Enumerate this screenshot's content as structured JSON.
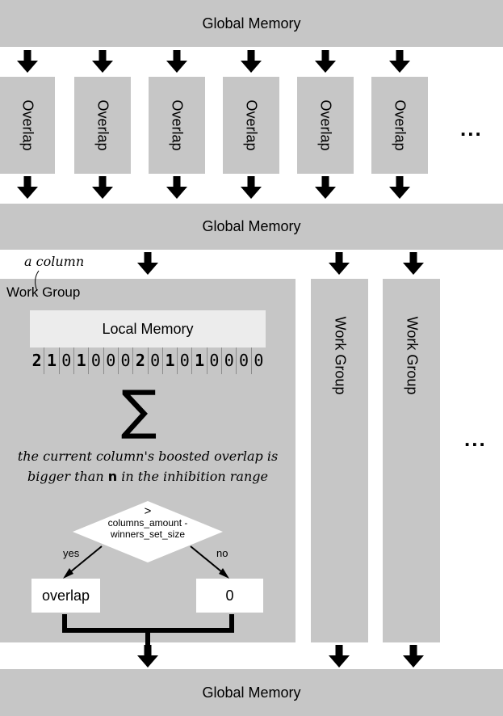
{
  "global_memory_top": "Global Memory",
  "global_memory_middle": "Global Memory",
  "global_memory_bottom": "Global Memory",
  "overlap_boxes": [
    "Overlap",
    "Overlap",
    "Overlap",
    "Overlap",
    "Overlap",
    "Overlap"
  ],
  "ellipsis_top": "...",
  "ellipsis_right": "...",
  "annotation": "a column",
  "work_group_main": {
    "label": "Work Group",
    "local_memory": "Local Memory",
    "cells": [
      {
        "v": "2",
        "bold": true
      },
      {
        "v": "1",
        "bold": true
      },
      {
        "v": "0",
        "bold": false
      },
      {
        "v": "1",
        "bold": true
      },
      {
        "v": "0",
        "bold": false
      },
      {
        "v": "0",
        "bold": false
      },
      {
        "v": "0",
        "bold": false
      },
      {
        "v": "2",
        "bold": true
      },
      {
        "v": "0",
        "bold": false
      },
      {
        "v": "1",
        "bold": true
      },
      {
        "v": "0",
        "bold": false
      },
      {
        "v": "1",
        "bold": true
      },
      {
        "v": "0",
        "bold": false
      },
      {
        "v": "0",
        "bold": false
      },
      {
        "v": "0",
        "bold": false
      },
      {
        "v": "0",
        "bold": false
      }
    ],
    "sigma": "∑",
    "condition_line1": "the current column's boosted overlap is",
    "condition_line2_pre": "bigger than ",
    "condition_line2_n": "n",
    "condition_line2_post": " in the inhibition range",
    "decision_op": ">",
    "decision_line1": "columns_amount -",
    "decision_line2": "winners_set_size",
    "yes_label": "yes",
    "no_label": "no",
    "yes_result": "overlap",
    "no_result": "0"
  },
  "work_group_2": "Work Group",
  "work_group_3": "Work Group",
  "colors": {
    "box": "#c6c6c6",
    "local_memory": "#ececec",
    "arrow": "#000000"
  }
}
